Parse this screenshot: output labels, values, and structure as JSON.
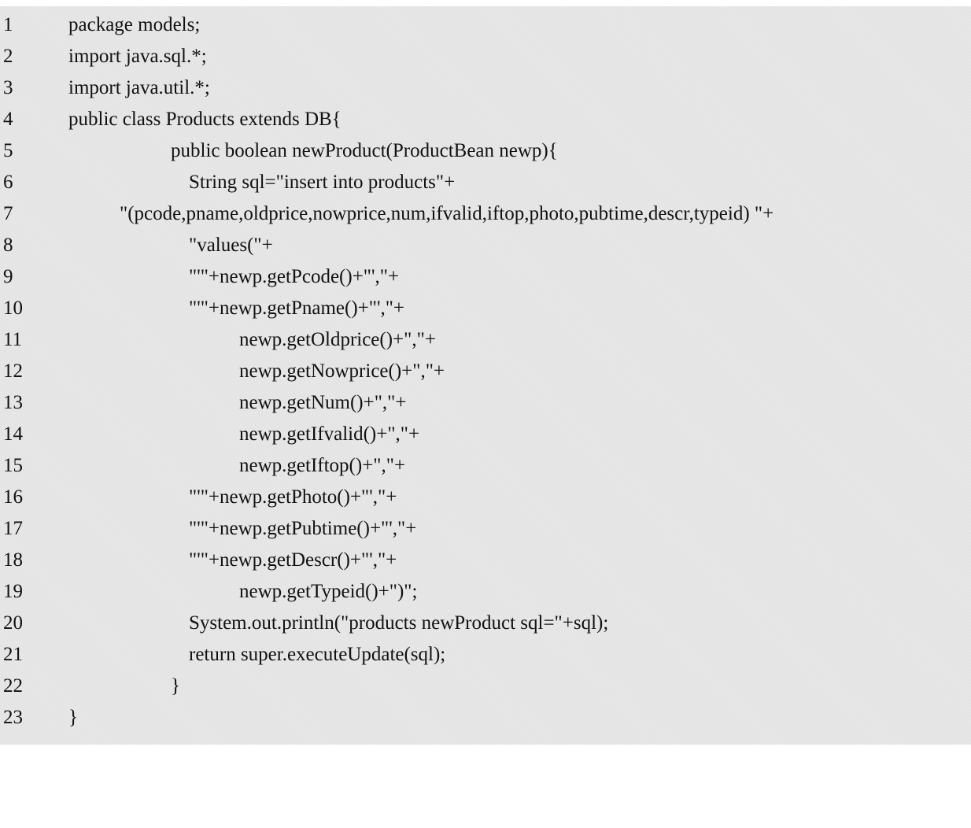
{
  "document": {
    "lines": [
      {
        "number": "1",
        "code": "package models;"
      },
      {
        "number": "2",
        "code": "import java.sql.*;"
      },
      {
        "number": "3",
        "code": "import java.util.*;"
      },
      {
        "number": "4",
        "code": "public class Products extends DB{"
      },
      {
        "number": "5",
        "code": "public boolean newProduct(ProductBean newp){"
      },
      {
        "number": "6",
        "code": "String sql=\"insert into products\"+"
      },
      {
        "number": "7",
        "code": "\"(pcode,pname,oldprice,nowprice,num,ifvalid,iftop,photo,pubtime,descr,typeid) \"+"
      },
      {
        "number": "8",
        "code": "\"values(\"+"
      },
      {
        "number": "9",
        "code": "\"'\"+newp.getPcode()+\"',\"+"
      },
      {
        "number": "10",
        "code": "\"'\"+newp.getPname()+\"',\"+"
      },
      {
        "number": "11",
        "code": "newp.getOldprice()+\",\"+"
      },
      {
        "number": "12",
        "code": "newp.getNowprice()+\",\"+"
      },
      {
        "number": "13",
        "code": "newp.getNum()+\",\"+"
      },
      {
        "number": "14",
        "code": "newp.getIfvalid()+\",\"+"
      },
      {
        "number": "15",
        "code": "newp.getIftop()+\",\"+"
      },
      {
        "number": "16",
        "code": "\"'\"+newp.getPhoto()+\"',\"+"
      },
      {
        "number": "17",
        "code": "\"'\"+newp.getPubtime()+\"',\"+"
      },
      {
        "number": "18",
        "code": "\"'\"+newp.getDescr()+\"',\"+"
      },
      {
        "number": "19",
        "code": "newp.getTypeid()+\")\";"
      },
      {
        "number": "20",
        "code": "System.out.println(\"products newProduct sql=\"+sql);"
      },
      {
        "number": "21",
        "code": "return super.executeUpdate(sql);"
      },
      {
        "number": "22",
        "code": "}"
      },
      {
        "number": "23",
        "code": "}"
      }
    ]
  }
}
